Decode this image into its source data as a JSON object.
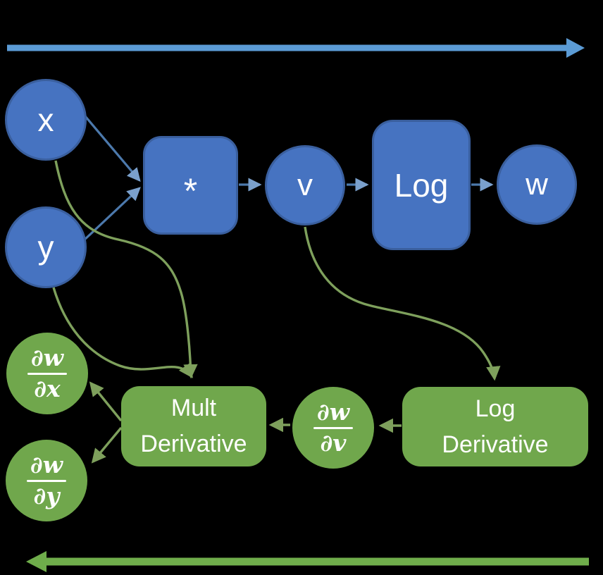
{
  "colors": {
    "background": "#000000",
    "node_blue": "#4673c1",
    "node_blue_border": "#3a5f9e",
    "node_green": "#70a74c",
    "arrow_blue": "#5b9bd5",
    "arrow_green": "#6fad4b",
    "connector_blue": "#4c79ac",
    "connector_blue_head": "#7aa0cc",
    "connector_green": "#7ea05c",
    "text_white": "#ffffff"
  },
  "nodes": {
    "x": {
      "label": "x"
    },
    "y": {
      "label": "y"
    },
    "mult_op": {
      "label": "*"
    },
    "v": {
      "label": "v"
    },
    "log_op": {
      "label": "Log"
    },
    "w": {
      "label": "w"
    },
    "dwdx": {
      "numerator": "∂w",
      "denominator": "∂x"
    },
    "dwdy": {
      "numerator": "∂w",
      "denominator": "∂y"
    },
    "dwdv": {
      "numerator": "∂w",
      "denominator": "∂v"
    },
    "mult_deriv": {
      "line1": "Mult",
      "line2": "Derivative"
    },
    "log_deriv": {
      "line1": "Log",
      "line2": "Derivative"
    }
  },
  "arrows": {
    "forward": "forward-pass-arrow-right",
    "backward": "backward-pass-arrow-left"
  },
  "edges": [
    {
      "from": "x",
      "to": "*",
      "color": "blue"
    },
    {
      "from": "y",
      "to": "*",
      "color": "blue"
    },
    {
      "from": "*",
      "to": "v",
      "color": "blue"
    },
    {
      "from": "v",
      "to": "Log",
      "color": "blue"
    },
    {
      "from": "Log",
      "to": "w",
      "color": "blue"
    },
    {
      "from": "x",
      "to": "Mult Derivative",
      "color": "green"
    },
    {
      "from": "y",
      "to": "Mult Derivative",
      "color": "green"
    },
    {
      "from": "v",
      "to": "Log Derivative",
      "color": "green"
    },
    {
      "from": "Log Derivative",
      "to": "∂w/∂v",
      "color": "green"
    },
    {
      "from": "∂w/∂v",
      "to": "Mult Derivative",
      "color": "green"
    },
    {
      "from": "Mult Derivative",
      "to": "∂w/∂x",
      "color": "green"
    },
    {
      "from": "Mult Derivative",
      "to": "∂w/∂y",
      "color": "green"
    }
  ]
}
